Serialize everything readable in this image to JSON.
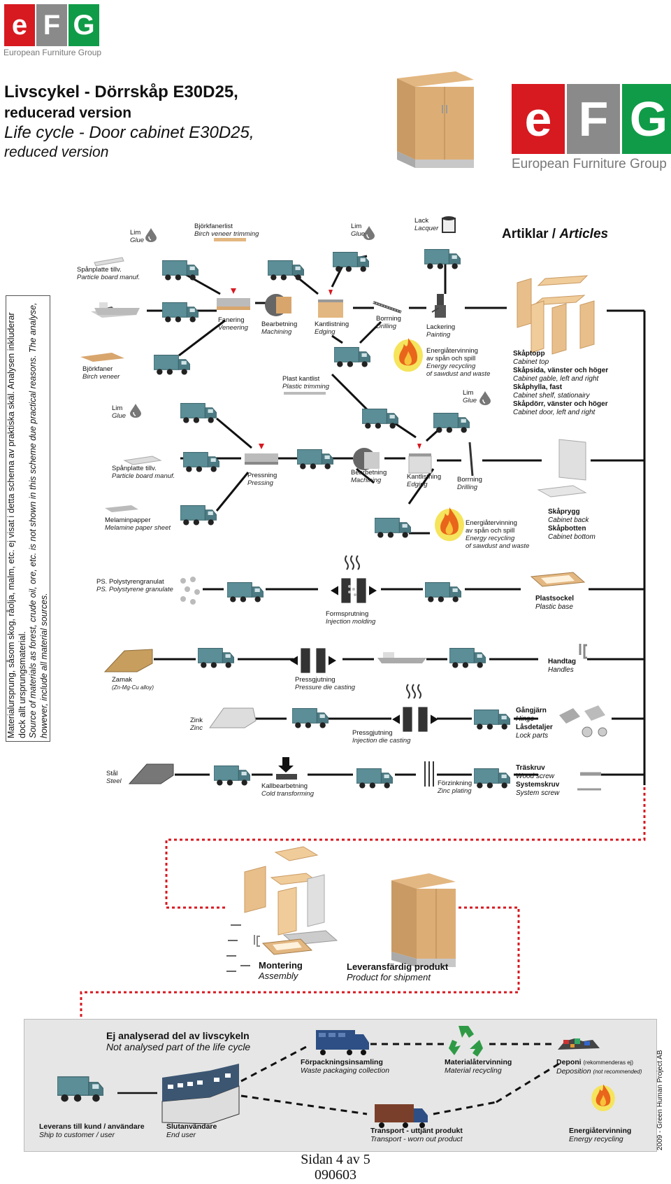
{
  "brand": {
    "letters": [
      "e",
      "F",
      "G"
    ],
    "name": "European Furniture Group",
    "colors": {
      "red": "#d71920",
      "grey": "#8a8a8a",
      "green": "#109b48"
    }
  },
  "title": {
    "line1": "Livscykel - Dörrskåp E30D25,",
    "line2": "reducerad version",
    "line3": "Life cycle - Door cabinet E30D25,",
    "line4": "reduced version"
  },
  "side_note": {
    "sv": "Materialursprung, såsom skog, råolja, malm, etc. ej visat i detta schema av praktiska skäl. Analysen inkluderar dock allt ursprungsmaterial.",
    "en": "Source of materials as forest, crude oil, ore, etc. is not shown in this scheme due practical reasons. The analyse, however, include all material sources."
  },
  "articles_heading": {
    "sv": "Artiklar /",
    "en": "Articles"
  },
  "labels": [
    {
      "id": "lim1",
      "sv": "Lim",
      "en": "Glue",
      "icon": "glue-drop-icon"
    },
    {
      "id": "bjorkfanerlist",
      "sv": "Björkfanerlist",
      "en": "Birch veneer trimming"
    },
    {
      "id": "lim2",
      "sv": "Lim",
      "en": "Glue",
      "icon": "glue-drop-icon"
    },
    {
      "id": "lack",
      "sv": "Lack",
      "en": "Lacquer",
      "icon": "lacquer-can-icon"
    },
    {
      "id": "spanplatte1",
      "sv": "Spånplatte tillv.",
      "en": "Particle board manuf."
    },
    {
      "id": "fanering",
      "sv": "Fanering",
      "en": "Veneering"
    },
    {
      "id": "bearbetning1",
      "sv": "Bearbetning",
      "en": "Machining"
    },
    {
      "id": "kantlistning1",
      "sv": "Kantlistning",
      "en": "Edging"
    },
    {
      "id": "borrning1",
      "sv": "Borrning",
      "en": "Drilling"
    },
    {
      "id": "lackering",
      "sv": "Lackering",
      "en": "Painting"
    },
    {
      "id": "bjorkfaner",
      "sv": "Björkfaner",
      "en": "Birch veneer"
    },
    {
      "id": "energi1",
      "sv": "Energiåtervinning\nav spån och spill",
      "en": "Energy recycling\nof sawdust and waste"
    },
    {
      "id": "plastkantlist",
      "sv": "Plast kantlist",
      "en": "Plastic trimming"
    },
    {
      "id": "lim3",
      "sv": "Lim",
      "en": "Glue"
    },
    {
      "id": "lim4",
      "sv": "Lim",
      "en": "Glue"
    },
    {
      "id": "spanplatte2",
      "sv": "Spånplatte tillv.",
      "en": "Particle board manuf."
    },
    {
      "id": "pressning",
      "sv": "Pressning",
      "en": "Pressing"
    },
    {
      "id": "bearbetning2",
      "sv": "Bearbetning",
      "en": "Machining"
    },
    {
      "id": "kantlistning2",
      "sv": "Kantlistning",
      "en": "Edging"
    },
    {
      "id": "borrning2",
      "sv": "Borrning",
      "en": "Drilling"
    },
    {
      "id": "melaminpapper",
      "sv": "Melaminpapper",
      "en": "Melamine paper sheet"
    },
    {
      "id": "energi2",
      "sv": "Energiåtervinning\nav spån och spill",
      "en": "Energy recycling\nof sawdust and waste"
    },
    {
      "id": "ps",
      "sv": "PS. Polystyrengranulat",
      "en": "PS. Polystyrene granulate"
    },
    {
      "id": "formsprutning",
      "sv": "Formsprutning",
      "en": "Injection molding"
    },
    {
      "id": "zamak",
      "sv": "Zamak",
      "en": "(Zn-Mg-Cu alloy)"
    },
    {
      "id": "pressgjutning1",
      "sv": "Pressgjutning",
      "en": "Pressure die casting"
    },
    {
      "id": "zink",
      "sv": "Zink",
      "en": "Zinc"
    },
    {
      "id": "pressgjutning2",
      "sv": "Pressgjutning",
      "en": "Injection die casting"
    },
    {
      "id": "stal",
      "sv": "Stål",
      "en": "Steel"
    },
    {
      "id": "kallbearbetning",
      "sv": "Kallbearbetning",
      "en": "Cold transforming"
    },
    {
      "id": "forzinkning",
      "sv": "Förzinkning",
      "en": "Zinc plating"
    }
  ],
  "articles": [
    {
      "id": "cab-parts",
      "lines": [
        {
          "sv": "Skåptopp",
          "en": "Cabinet top"
        },
        {
          "sv": "Skåpsida, vänster och höger",
          "en": "Cabinet gable, left and right"
        },
        {
          "sv": "Skåphylla, fast",
          "en": "Cabinet shelf, stationairy"
        },
        {
          "sv": "Skåpdörr, vänster och höger",
          "en": "Cabinet door, left and right"
        }
      ]
    },
    {
      "id": "back-bottom",
      "lines": [
        {
          "sv": "Skåprygg",
          "en": "Cabinet back"
        },
        {
          "sv": "Skåpbotten",
          "en": "Cabinet bottom"
        }
      ]
    },
    {
      "id": "plastsockel",
      "lines": [
        {
          "sv": "Plastsockel",
          "en": "Plastic base"
        }
      ]
    },
    {
      "id": "handtag",
      "lines": [
        {
          "sv": "Handtag",
          "en": "Handles"
        }
      ]
    },
    {
      "id": "gangjarn",
      "lines": [
        {
          "sv": "Gångjärn",
          "en": "Hinge"
        },
        {
          "sv": "Låsdetaljer",
          "en": "Lock parts"
        }
      ]
    },
    {
      "id": "skruv",
      "lines": [
        {
          "sv": "Träskruv",
          "en": "Wood screw"
        },
        {
          "sv": "Systemskruv",
          "en": "System screw"
        }
      ]
    }
  ],
  "assembly": {
    "sv": "Montering",
    "en": "Assembly"
  },
  "shipment": {
    "sv": "Leveransfärdig produkt",
    "en": "Product for shipment"
  },
  "not_analysed": {
    "sv": "Ej analyserad del av livscykeln",
    "en": "Not analysed part of the life cycle"
  },
  "end_of_life": [
    {
      "id": "leverans",
      "sv": "Leverans till kund / användare",
      "en": "Ship to customer / user"
    },
    {
      "id": "slutanvandare",
      "sv": "Slutanvändare",
      "en": "End user"
    },
    {
      "id": "forpackning",
      "sv": "Förpackningsinsamling",
      "en": "Waste packaging collection"
    },
    {
      "id": "materialatervinning",
      "sv": "Materialåtervinning",
      "en": "Material recycling"
    },
    {
      "id": "deponi",
      "sv": "Deponi",
      "sv2": "(rekommenderas ej)",
      "en": "Deposition",
      "en2": "(not recommended)"
    },
    {
      "id": "transport",
      "sv": "Transport - uttjänt produkt",
      "en": "Transport - worn out product"
    },
    {
      "id": "energi3",
      "sv": "Energiåtervinning",
      "en": "Energy recycling"
    }
  ],
  "copyright": "2009 - Green Human Project AB",
  "footer": {
    "page": "Sidan 4 av 5",
    "date": "090603"
  }
}
